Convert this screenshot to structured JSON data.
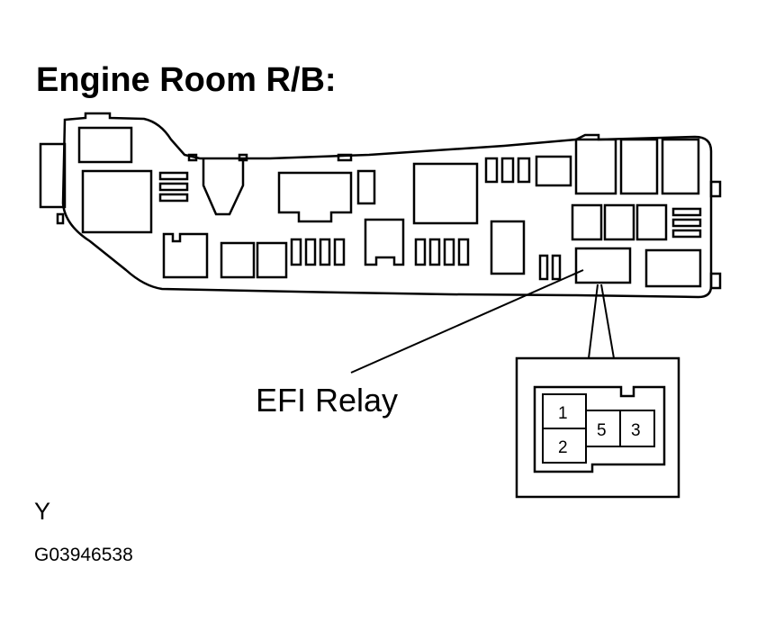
{
  "title": "Engine Room R/B:",
  "callout": "EFI Relay",
  "connector_pins": [
    "1",
    "2",
    "5",
    "3"
  ],
  "view_letter": "Y",
  "figure_code": "G03946538"
}
